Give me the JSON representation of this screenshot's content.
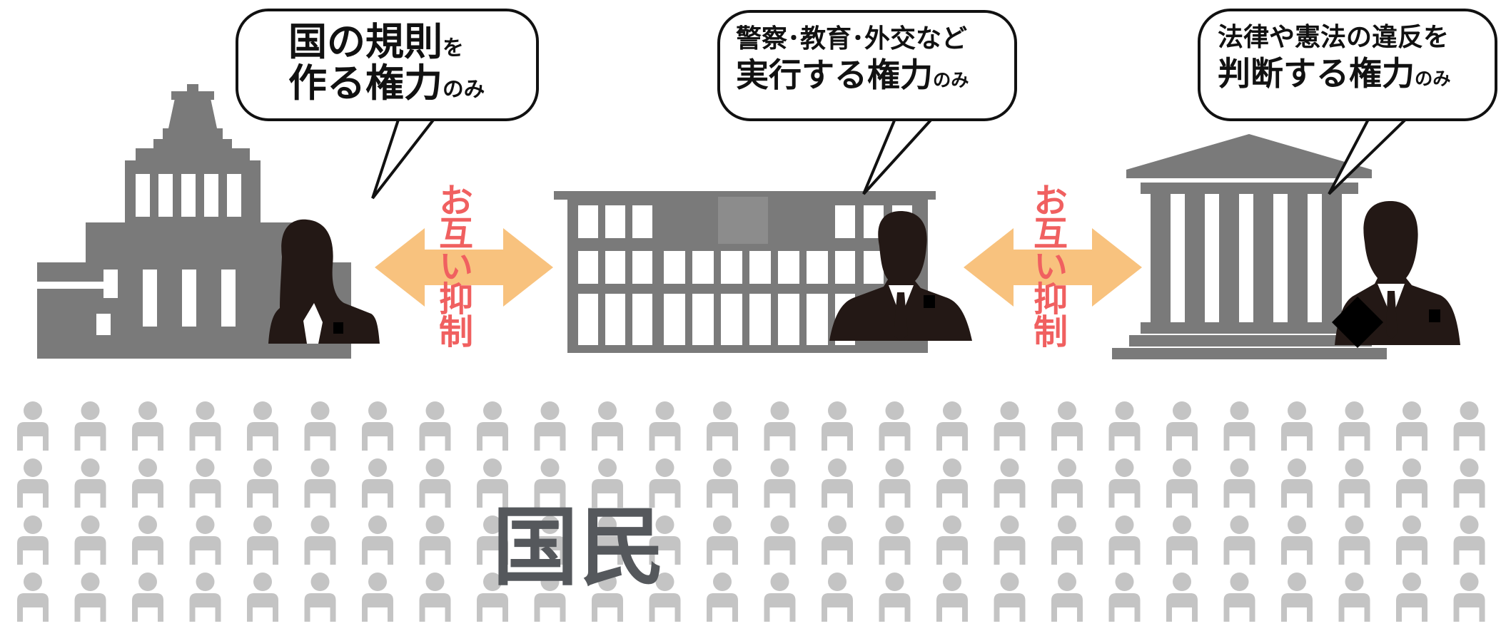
{
  "bubbles": {
    "legislative": {
      "line1_big": "国の規則",
      "line1_small": "を",
      "line2_big": "作る権力",
      "line2_small": "のみ"
    },
    "executive": {
      "line1": "警察･教育･外交など",
      "line2_big": "実行する権力",
      "line2_small": "のみ"
    },
    "judicial": {
      "line1": "法律や憲法の違反を",
      "line2_big": "判断する権力",
      "line2_small": "のみ"
    }
  },
  "arrows": {
    "label_left": "お互い抑制",
    "label_right": "お互い抑制"
  },
  "citizens": {
    "label": "国民"
  },
  "colors": {
    "building": "#7a7a7a",
    "arrow": "#f8c27e",
    "arrow_text": "#f06060",
    "person": "#c4c4c4",
    "silhouette": "#231815",
    "citizen_label": "#55585c"
  },
  "icons": [
    "diet-building-icon",
    "office-building-icon",
    "court-building-icon",
    "woman-silhouette-icon",
    "man-silhouette-icon",
    "person-icon",
    "double-arrow-icon"
  ]
}
